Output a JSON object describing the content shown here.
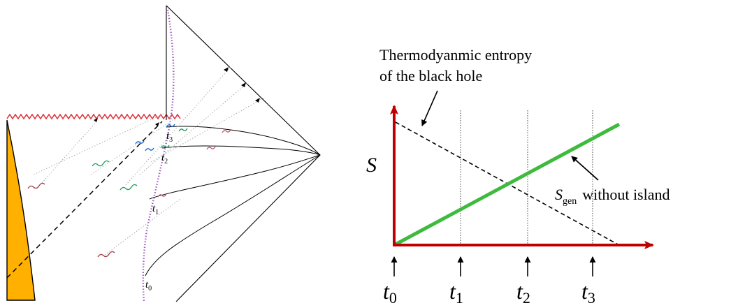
{
  "penrose": {
    "time_labels": [
      {
        "main": "t",
        "sub": "0"
      },
      {
        "main": "t",
        "sub": "1"
      },
      {
        "main": "t",
        "sub": "2"
      },
      {
        "main": "t",
        "sub": "3"
      }
    ]
  },
  "chart": {
    "annotation_line1": "Thermodyanmic entropy",
    "annotation_line2": "of the black hole",
    "y_label": "S",
    "sgen_main": "S",
    "sgen_sub": "gen",
    "sgen_rest": "without island",
    "ticks": [
      {
        "main": "t",
        "sub": "0"
      },
      {
        "main": "t",
        "sub": "1"
      },
      {
        "main": "t",
        "sub": "2"
      },
      {
        "main": "t",
        "sub": "3"
      }
    ]
  },
  "colors": {
    "axis": "#c00000",
    "sgen_line": "#3dbb3d",
    "star": "#ffb000",
    "singularity": "#e0303a",
    "trajectory": "#a060c0"
  }
}
